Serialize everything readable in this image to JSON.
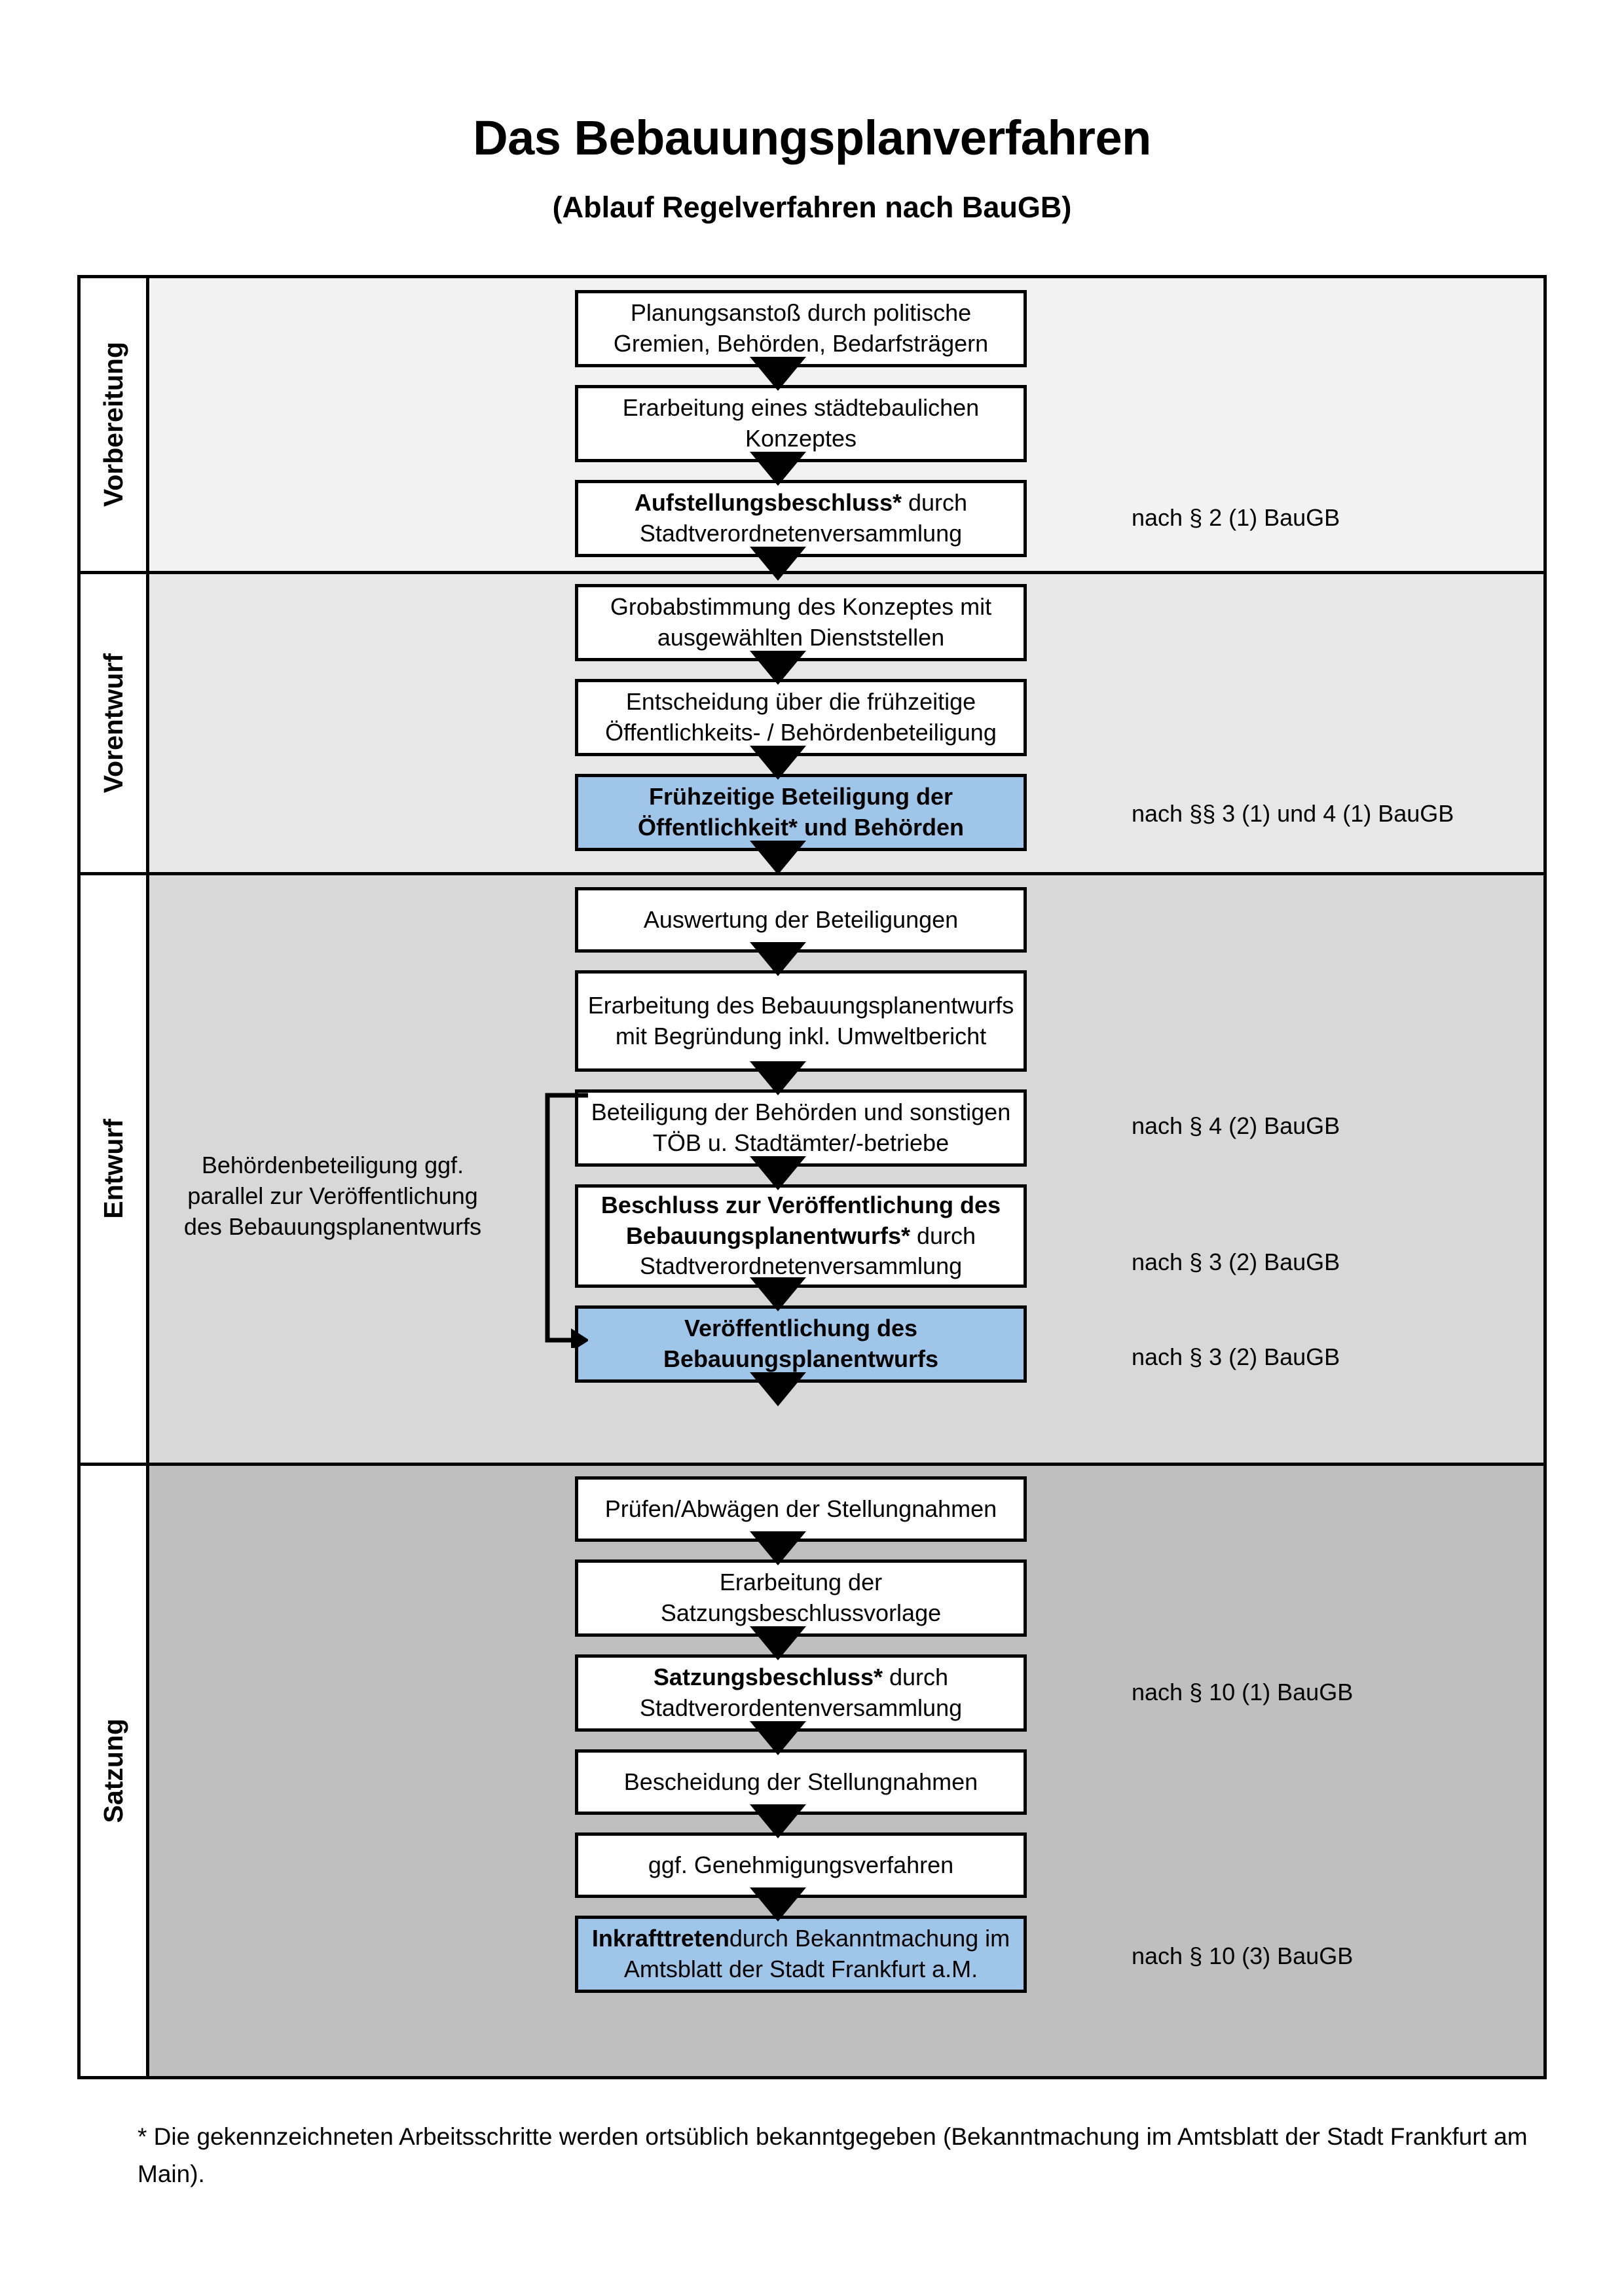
{
  "header": {
    "title": "Das Bebauungsplanverfahren",
    "subtitle": "(Ablauf Regelverfahren nach BauGB)"
  },
  "colors": {
    "highlight_blue": "#9fc5e8",
    "phase_bg_1": "#f2f2f2",
    "phase_bg_2": "#e7e7e7",
    "phase_bg_3": "#d8d8d8",
    "phase_bg_4": "#bfbfbf",
    "outline": "#000000"
  },
  "phases": [
    {
      "label": "Vorbereitung",
      "steps": [
        {
          "text": "Planungsanstoß durch politische Gremien, Behörden, Bedarfsträgern",
          "bold_prefix": "",
          "highlighted": false
        },
        {
          "text": "Erarbeitung eines städtebaulichen Konzeptes",
          "bold_prefix": "",
          "highlighted": false
        },
        {
          "text": "Stadtverordnetenversammlung",
          "bold_prefix": "Aufstellungsbeschluss*",
          "mid_text": " durch",
          "highlighted": false
        }
      ],
      "legal_refs": [
        "nach § 2 (1) BauGB"
      ]
    },
    {
      "label": "Vorentwurf",
      "steps": [
        {
          "text": "Grobabstimmung des Konzeptes mit ausgewählten Dienststellen",
          "bold_prefix": "",
          "highlighted": false
        },
        {
          "text": "Entscheidung über die frühzeitige Öffentlichkeits- / Behördenbeteiligung",
          "bold_prefix": "",
          "highlighted": false
        },
        {
          "text": "Frühzeitige Beteiligung der Öffentlichkeit* und Behörden",
          "bold_prefix": "",
          "highlighted": true
        }
      ],
      "legal_refs": [
        "nach §§ 3 (1) und 4 (1) BauGB"
      ]
    },
    {
      "label": "Entwurf",
      "side_note": "Behördenbeteiligung ggf. parallel zur Veröffentlichung des Bebauungsplanentwurfs",
      "steps": [
        {
          "text": "Auswertung der Beteiligungen",
          "bold_prefix": "",
          "highlighted": false
        },
        {
          "text": "Erarbeitung des Bebauungsplanentwurfs mit Begründung inkl. Umweltbericht",
          "bold_prefix": "",
          "highlighted": false
        },
        {
          "text": "Beteiligung der Behörden und sonstigen TÖB u. Stadtämter/-betriebe",
          "bold_prefix": "",
          "highlighted": false
        },
        {
          "text": "Stadtverordnetenversammlung",
          "bold_prefix": "Beschluss zur Veröffentlichung des Bebauungsplanentwurfs*",
          "mid_text": " durch",
          "highlighted": false
        },
        {
          "text": "Veröffentlichung des Bebauungsplanentwurfs",
          "bold_prefix": "",
          "highlighted": true
        }
      ],
      "legal_refs": [
        "nach § 4 (2) BauGB",
        "nach § 3 (2) BauGB",
        "nach § 3 (2) BauGB"
      ]
    },
    {
      "label": "Satzung",
      "steps": [
        {
          "text": "Prüfen/Abwägen der Stellungnahmen",
          "bold_prefix": "",
          "highlighted": false
        },
        {
          "text": "Erarbeitung der Satzungsbeschlussvorlage",
          "bold_prefix": "",
          "highlighted": false
        },
        {
          "text": "Stadtverordentenversammlung",
          "bold_prefix": "Satzungsbeschluss*",
          "mid_text": " durch",
          "highlighted": false
        },
        {
          "text": "Bescheidung der Stellungnahmen",
          "bold_prefix": "",
          "highlighted": false
        },
        {
          "text": "ggf. Genehmigungsverfahren",
          "bold_prefix": "",
          "highlighted": false
        },
        {
          "text": "durch Bekanntmachung im Amtsblatt der Stadt Frankfurt a.M.",
          "bold_prefix": "Inkrafttreten",
          "mid_text": " ",
          "highlighted": true
        }
      ],
      "legal_refs": [
        "nach § 10 (1) BauGB",
        "nach § 10 (3) BauGB"
      ]
    }
  ],
  "footnote": "* Die gekennzeichneten Arbeitsschritte werden ortsüblich bekanntgegeben (Bekanntmachung im Amtsblatt  der Stadt Frankfurt am Main)."
}
